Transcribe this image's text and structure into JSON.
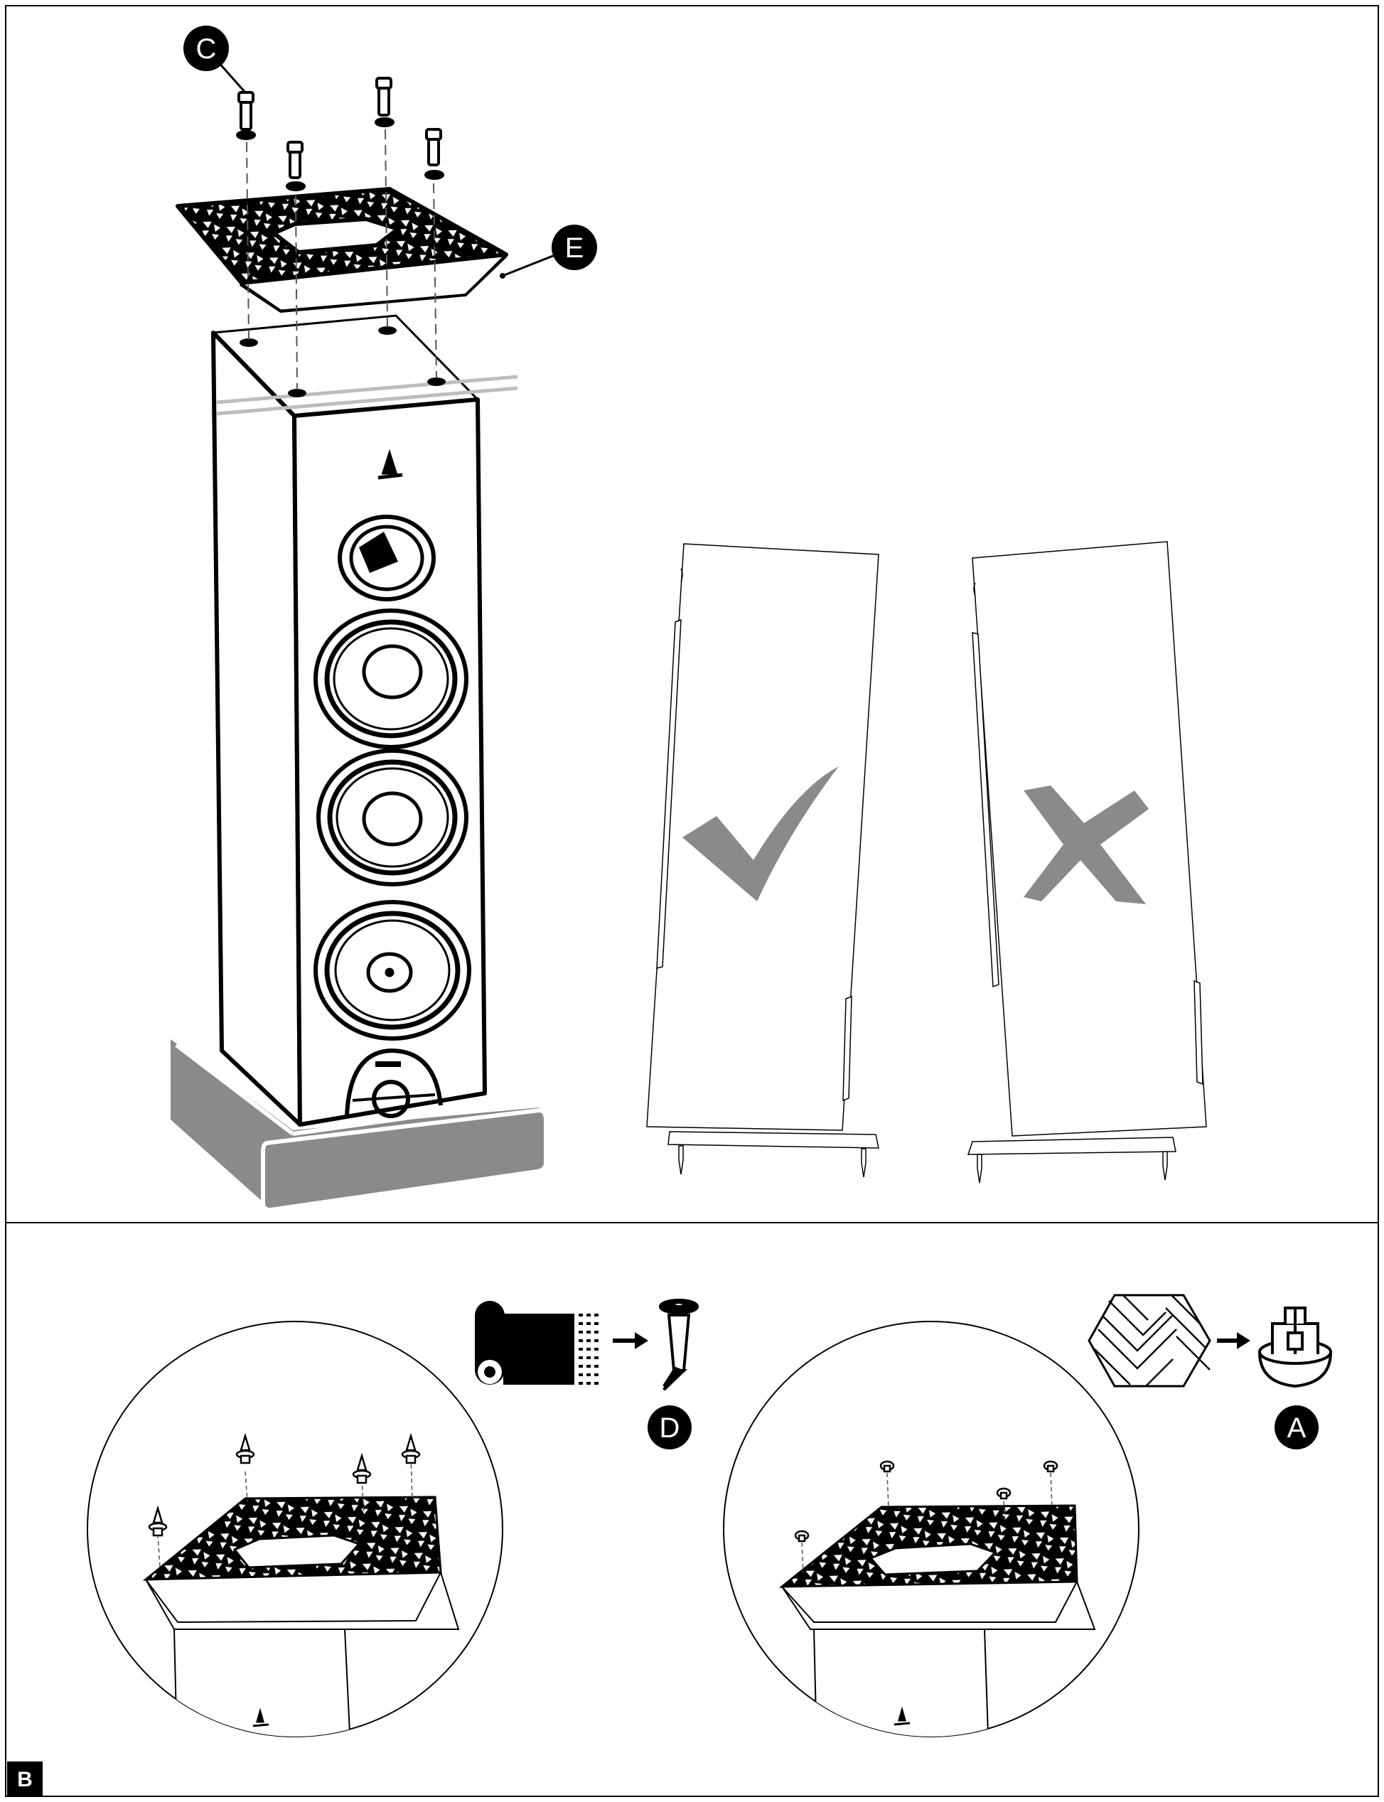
{
  "callouts": {
    "c": "C",
    "e": "E",
    "d": "D",
    "a": "A"
  },
  "section_marker": "B",
  "colors": {
    "ink": "#000000",
    "accent_gray": "#8a8a8a",
    "light_gray": "#bdbdbd",
    "background": "#ffffff"
  },
  "icons": [
    "bolt-icon",
    "top-plate-icon",
    "speaker-tower-icon",
    "check-mark-icon",
    "cross-mark-icon",
    "carpet-roll-icon",
    "spike-icon",
    "hard-floor-icon",
    "foot-pad-icon",
    "arrow-right-icon"
  ]
}
